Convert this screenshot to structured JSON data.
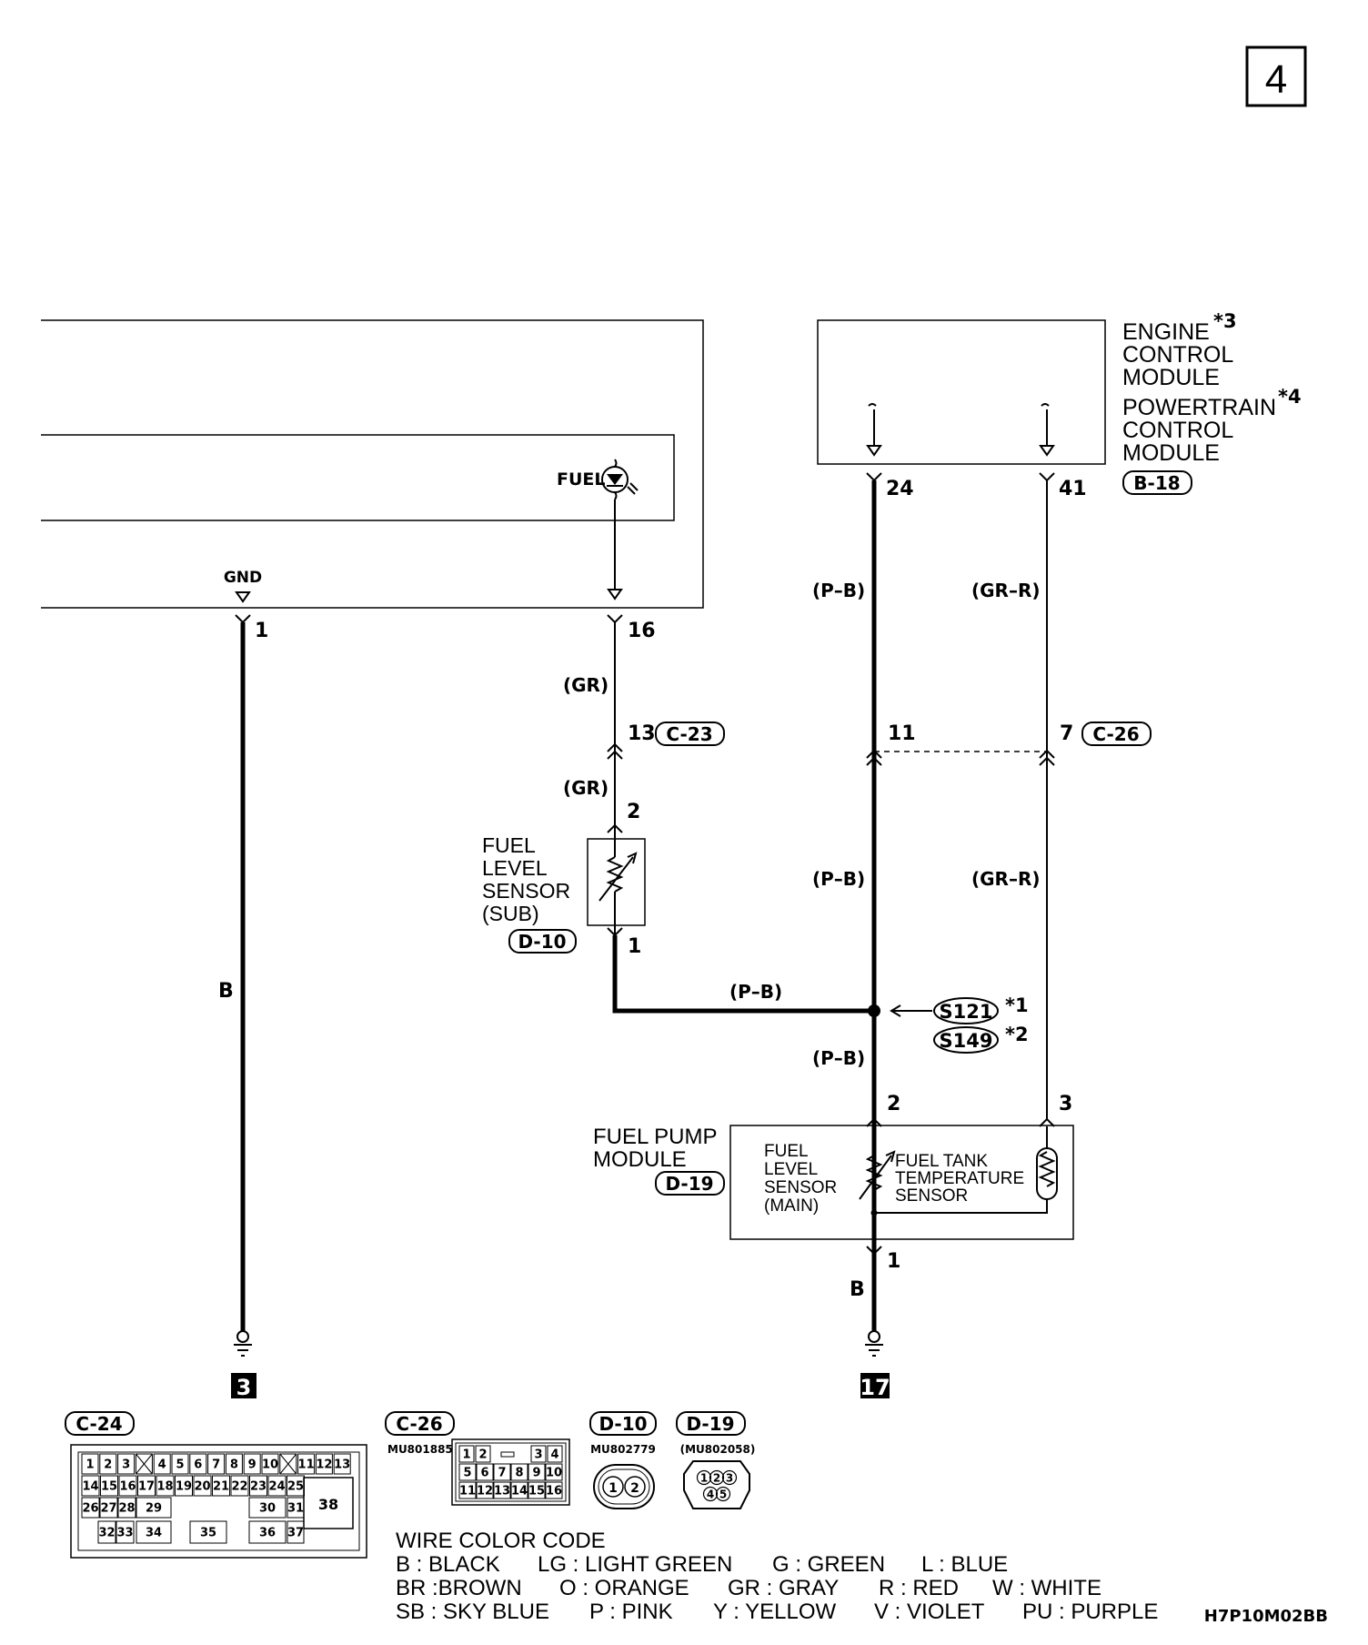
{
  "page_number": "4",
  "diagram_code": "H7P10M02BB",
  "combination_meter": {
    "gnd_label": "GND",
    "fuel_label": "FUEL",
    "pin_gnd": "1",
    "pin_fuel": "16"
  },
  "ecm": {
    "line1": "ENGINE",
    "line2": "CONTROL",
    "line3": "MODULE",
    "note1": "*3",
    "line4": "POWERTRAIN",
    "line5": "CONTROL",
    "line6": "MODULE",
    "note2": "*4",
    "connector": "B-18",
    "pin_a": "24",
    "pin_b": "41"
  },
  "wires": {
    "gr": "(GR)",
    "pb": "(P–B)",
    "grr": "(GR–R)",
    "b": "B"
  },
  "connectors": {
    "c23_label": "C-23",
    "c23_pin": "13",
    "c26_label": "C-26",
    "c26_pin_a": "11",
    "c26_pin_b": "7"
  },
  "fuel_level_sensor_sub": {
    "line1": "FUEL",
    "line2": "LEVEL",
    "line3": "SENSOR",
    "line4": "(SUB)",
    "connector": "D-10",
    "pin_top": "2",
    "pin_bottom": "1"
  },
  "splice": {
    "s1": "S121",
    "s1_note": "*1",
    "s2": "S149",
    "s2_note": "*2"
  },
  "fuel_pump_module": {
    "line1": "FUEL PUMP",
    "line2": "MODULE",
    "connector": "D-19",
    "pin_2": "2",
    "pin_3": "3",
    "pin_1": "1",
    "main_sensor": [
      "FUEL",
      "LEVEL",
      "SENSOR",
      "(MAIN)"
    ],
    "temp_sensor": [
      "FUEL TANK",
      "TEMPERATURE",
      "SENSOR"
    ]
  },
  "grounds": {
    "g1": "3",
    "g2": "17"
  },
  "connector_views": {
    "c24": {
      "label": "C-24",
      "row1": [
        "1",
        "2",
        "3",
        "4",
        "5",
        "6",
        "7",
        "8",
        "9",
        "10",
        "11",
        "12",
        "13"
      ],
      "row2": [
        "14",
        "15",
        "16",
        "17",
        "18",
        "19",
        "20",
        "21",
        "22",
        "23",
        "24",
        "25"
      ],
      "row3": [
        "26",
        "27",
        "28",
        "29",
        "30",
        "31"
      ],
      "row4": [
        "32",
        "33",
        "34",
        "35",
        "36",
        "37"
      ],
      "big_pin": "38"
    },
    "c26": {
      "label": "C-26",
      "part": "MU801885",
      "row1": [
        "1",
        "2",
        "3",
        "4"
      ],
      "row2": [
        "5",
        "6",
        "7",
        "8",
        "9",
        "10"
      ],
      "row3": [
        "11",
        "12",
        "13",
        "14",
        "15",
        "16"
      ]
    },
    "d10": {
      "label": "D-10",
      "part": "MU802779",
      "pins": [
        "1",
        "2"
      ]
    },
    "d19": {
      "label": "D-19",
      "part": "(MU802058)",
      "pins": [
        "1",
        "2",
        "3",
        "4",
        "5"
      ]
    }
  },
  "wire_color_code": {
    "title": "WIRE COLOR CODE",
    "row1": [
      "B : BLACK",
      "LG : LIGHT GREEN",
      "G : GREEN",
      "L : BLUE"
    ],
    "row2": [
      "BR :BROWN",
      "O : ORANGE",
      "GR : GRAY",
      "R : RED",
      "W : WHITE"
    ],
    "row3": [
      "SB : SKY BLUE",
      "P : PINK",
      "Y : YELLOW",
      "V : VIOLET",
      "PU : PURPLE"
    ]
  }
}
